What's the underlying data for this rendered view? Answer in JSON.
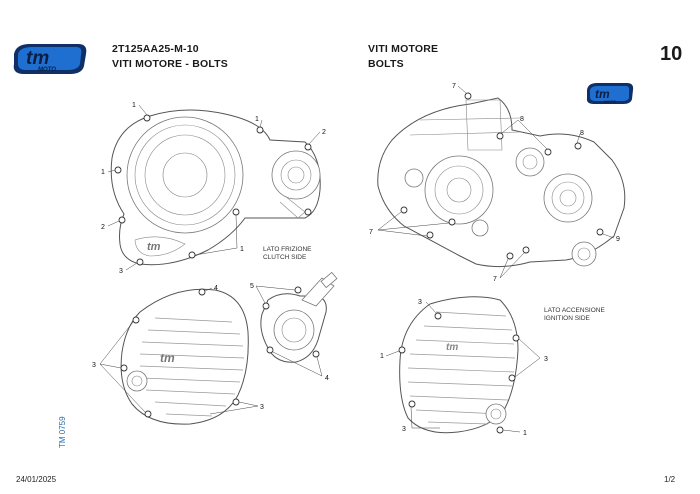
{
  "header": {
    "code": "2T125AA25-M-10",
    "title_it": "VITI MOTORE - BOLTS",
    "title_right_line1": "VITI MOTORE",
    "title_right_line2": "BOLTS",
    "page_number": "10"
  },
  "brand": {
    "logo_text": "tm",
    "logo_subtext": "MOTO",
    "logo_color": "#1e6fd0"
  },
  "labels": {
    "clutch_side_line1": "LATO FRIZIONE",
    "clutch_side_line2": "CLUTCH SIDE",
    "ignition_side_line1": "LATO ACCENSIONE",
    "ignition_side_line2": "IGNITION SIDE"
  },
  "callouts": {
    "c1": "1",
    "c2": "2",
    "c3": "3",
    "c4": "4",
    "c5": "5",
    "c7": "7",
    "c8": "8",
    "c9": "9"
  },
  "footer": {
    "date": "24/01/2025",
    "page_of": "1/2",
    "doc_ref": "TM 0759"
  }
}
